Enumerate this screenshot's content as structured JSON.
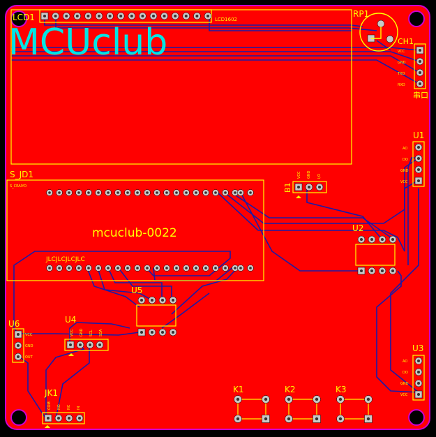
{
  "colors": {
    "board": "#ff0000",
    "silkscreen": "#ffff00",
    "trace": "#1a1aa8",
    "outline": "#d000d0",
    "title": "#00e5e5",
    "pad": "#c8c8c8"
  },
  "board": {
    "title": "MCUclub",
    "model_label": "mcuclub-0022"
  },
  "components": {
    "lcd": {
      "ref": "LCD1",
      "value": "LCD1602"
    },
    "pot": {
      "ref": "RP1"
    },
    "serial": {
      "ref": "CH1",
      "value": "串口",
      "pins": [
        "VCC",
        "GND",
        "TXD",
        "RXD"
      ]
    },
    "u1": {
      "ref": "U1",
      "pins": [
        "AO",
        "DO",
        "GND",
        "VCC"
      ]
    },
    "mcu": {
      "ref": "S_JD1",
      "prefix": "S_CRAIYO",
      "silk_text": "JLCJLCJLCJLC"
    },
    "buzzer": {
      "ref": "B1",
      "pins": [
        "VCC",
        "GND",
        "I/O"
      ]
    },
    "u2": {
      "ref": "U2"
    },
    "u5": {
      "ref": "U5"
    },
    "u6": {
      "ref": "U6",
      "pins": [
        "VCC",
        "GND",
        "OUT"
      ]
    },
    "u4": {
      "ref": "U4",
      "pins": [
        "VCC",
        "GND",
        "SCL",
        "SDA"
      ]
    },
    "u3": {
      "ref": "U3",
      "pins": [
        "AO",
        "DO",
        "GND",
        "VCC"
      ]
    },
    "jk": {
      "ref": "JK1",
      "pins": [
        "COM",
        "NO",
        "NC",
        "IN"
      ]
    },
    "keys": [
      {
        "ref": "K1"
      },
      {
        "ref": "K2"
      },
      {
        "ref": "K3"
      }
    ]
  }
}
